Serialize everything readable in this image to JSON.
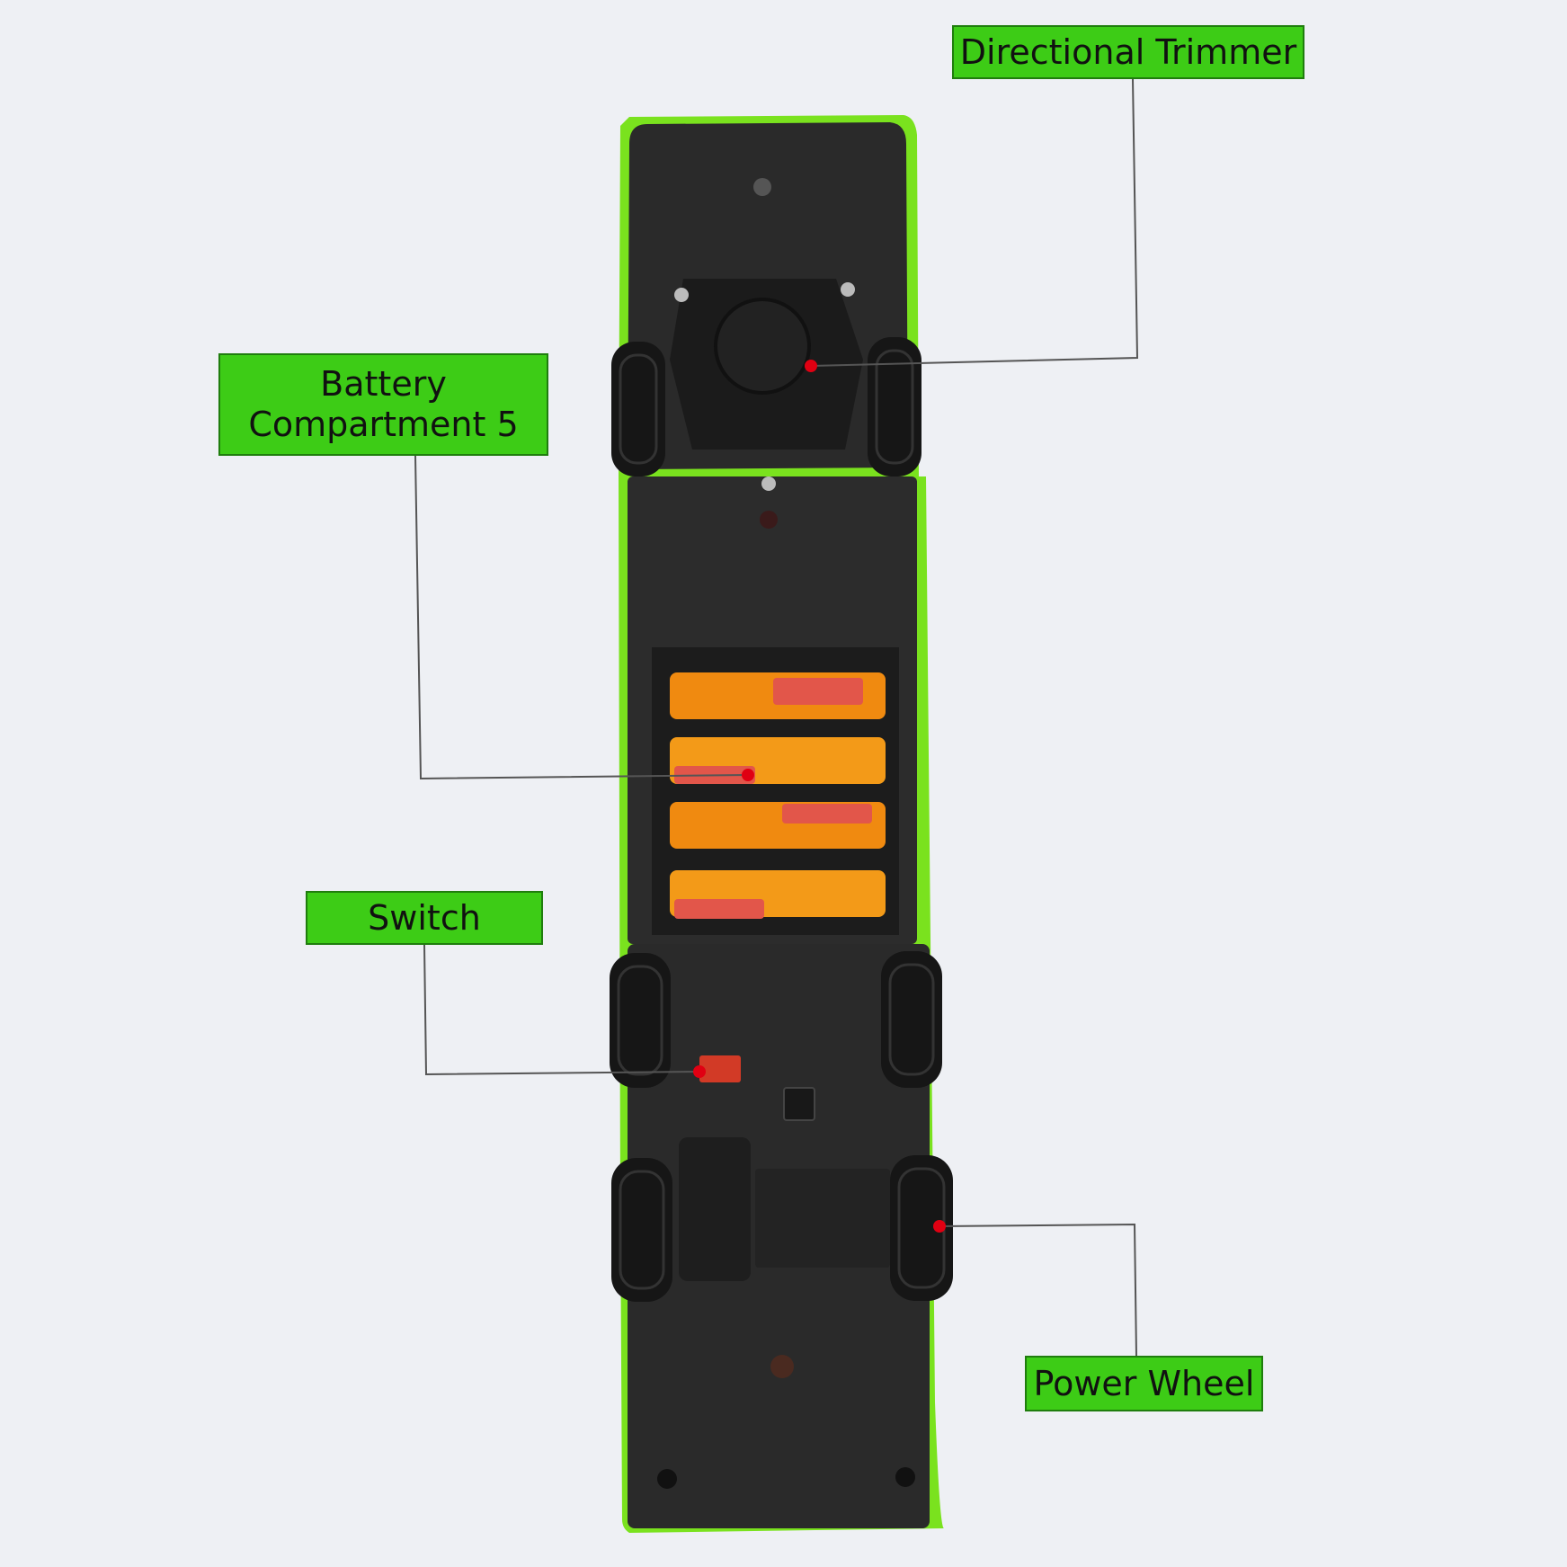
{
  "labels": {
    "directional_trimmer": "Directional Trimmer",
    "battery_compartment": "Battery\nCompartment 5",
    "switch": "Switch",
    "power_wheel": "Power Wheel"
  },
  "colors": {
    "background": "#eef0f4",
    "label_fill": "#3dcc16",
    "chassis": "#262626",
    "body_rim": "#7ae21e",
    "pointer_dot": "#e00012",
    "battery_orange": "#f08a10"
  }
}
